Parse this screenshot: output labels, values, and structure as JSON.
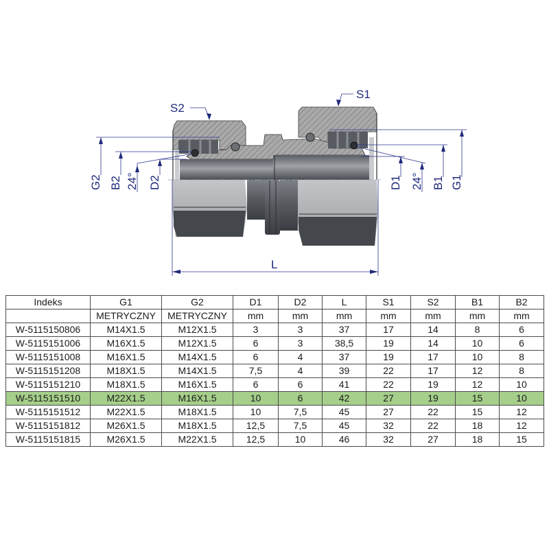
{
  "drawing": {
    "labels": {
      "S1": "S1",
      "S2": "S2",
      "G1": "G1",
      "G2": "G2",
      "B1": "B1",
      "B2": "B2",
      "D1": "D1",
      "D2": "D2",
      "angle_left": "24°",
      "angle_right": "24°",
      "L": "L"
    },
    "colors": {
      "dimension": "#1f2a7a",
      "body_dark": "#3c3f44",
      "body_mid": "#6a6e74",
      "body_light": "#b4b7bb",
      "section": "#8d8d8d"
    }
  },
  "table": {
    "headers": [
      "Indeks",
      "G1",
      "G2",
      "D1",
      "D2",
      "L",
      "S1",
      "S2",
      "B1",
      "B2"
    ],
    "units": [
      "",
      "METRYCZNY",
      "METRYCZNY",
      "mm",
      "mm",
      "mm",
      "mm",
      "mm",
      "mm",
      "mm"
    ],
    "highlight_color": "#a5cf8a",
    "highlighted_row": 5,
    "rows": [
      [
        "W-5115150806",
        "M14X1.5",
        "M12X1.5",
        "3",
        "3",
        "37",
        "17",
        "14",
        "8",
        "6"
      ],
      [
        "W-5115151006",
        "M16X1.5",
        "M12X1.5",
        "6",
        "3",
        "38,5",
        "19",
        "14",
        "10",
        "6"
      ],
      [
        "W-5115151008",
        "M16X1.5",
        "M14X1.5",
        "6",
        "4",
        "37",
        "19",
        "17",
        "10",
        "8"
      ],
      [
        "W-5115151208",
        "M18X1.5",
        "M14X1.5",
        "7,5",
        "4",
        "39",
        "22",
        "17",
        "12",
        "8"
      ],
      [
        "W-5115151210",
        "M18X1.5",
        "M16X1.5",
        "6",
        "6",
        "41",
        "22",
        "19",
        "12",
        "10"
      ],
      [
        "W-5115151510",
        "M22X1.5",
        "M16X1.5",
        "10",
        "6",
        "42",
        "27",
        "19",
        "15",
        "10"
      ],
      [
        "W-5115151512",
        "M22X1.5",
        "M18X1.5",
        "10",
        "7,5",
        "45",
        "27",
        "22",
        "15",
        "12"
      ],
      [
        "W-5115151812",
        "M26X1.5",
        "M18X1.5",
        "12,5",
        "7,5",
        "45",
        "32",
        "22",
        "18",
        "12"
      ],
      [
        "W-5115151815",
        "M26X1.5",
        "M22X1.5",
        "12,5",
        "10",
        "46",
        "32",
        "27",
        "18",
        "15"
      ]
    ]
  }
}
